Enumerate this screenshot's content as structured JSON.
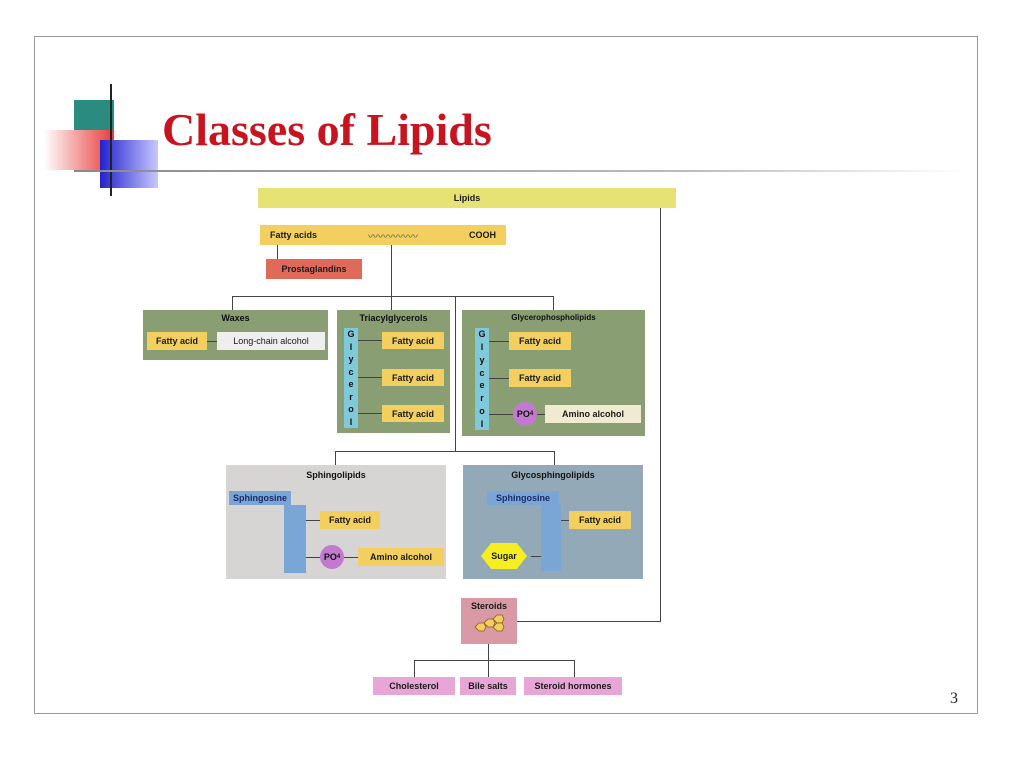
{
  "slide": {
    "title": "Classes of Lipids",
    "page_number": "3"
  },
  "diagram": {
    "root": "Lipids",
    "fatty_acids": {
      "label": "Fatty acids",
      "wave": "〰〰〰〰〰",
      "end": "COOH"
    },
    "prostaglandins": "Prostaglandins",
    "waxes": {
      "title": "Waxes",
      "left": "Fatty acid",
      "right": "Long-chain alcohol"
    },
    "triacylglycerols": {
      "title": "Triacylglycerols",
      "backbone": [
        "G",
        "l",
        "y",
        "c",
        "e",
        "r",
        "o",
        "l"
      ],
      "chains": [
        "Fatty acid",
        "Fatty acid",
        "Fatty acid"
      ]
    },
    "glycerophospholipids": {
      "title": "Glycerophospholipids",
      "backbone": [
        "G",
        "l",
        "y",
        "c",
        "e",
        "r",
        "o",
        "l"
      ],
      "chains": [
        "Fatty acid",
        "Fatty acid"
      ],
      "phosphate": "PO",
      "phosphate_sub": "4",
      "head": "Amino alcohol"
    },
    "sphingolipids": {
      "title": "Sphingolipids",
      "backbone": "Sphingosine",
      "chain": "Fatty acid",
      "phosphate": "PO",
      "phosphate_sub": "4",
      "head": "Amino alcohol"
    },
    "glycosphingolipids": {
      "title": "Glycosphingolipids",
      "backbone": "Sphingosine",
      "chain": "Fatty acid",
      "sugar": "Sugar"
    },
    "steroids": {
      "title": "Steroids",
      "children": [
        "Cholesterol",
        "Bile salts",
        "Steroid hormones"
      ]
    }
  },
  "colors": {
    "title_red": "#c8141e",
    "yellow": "#f2cf5e",
    "root_yellow": "#e7e274",
    "green_panel": "#8a9e73",
    "gray_panel": "#d6d5d3",
    "blue_panel": "#94a9b7",
    "glycerol_cyan": "#7fc9d9",
    "sphingosine_blue": "#7aa6d6",
    "prostaglandin_red": "#e06a5a",
    "steroid_pink": "#d99aa6",
    "phosphate_purple": "#c27ad0",
    "child_pink": "#e8a6d7",
    "sugar_yellow": "#f7ee22"
  }
}
